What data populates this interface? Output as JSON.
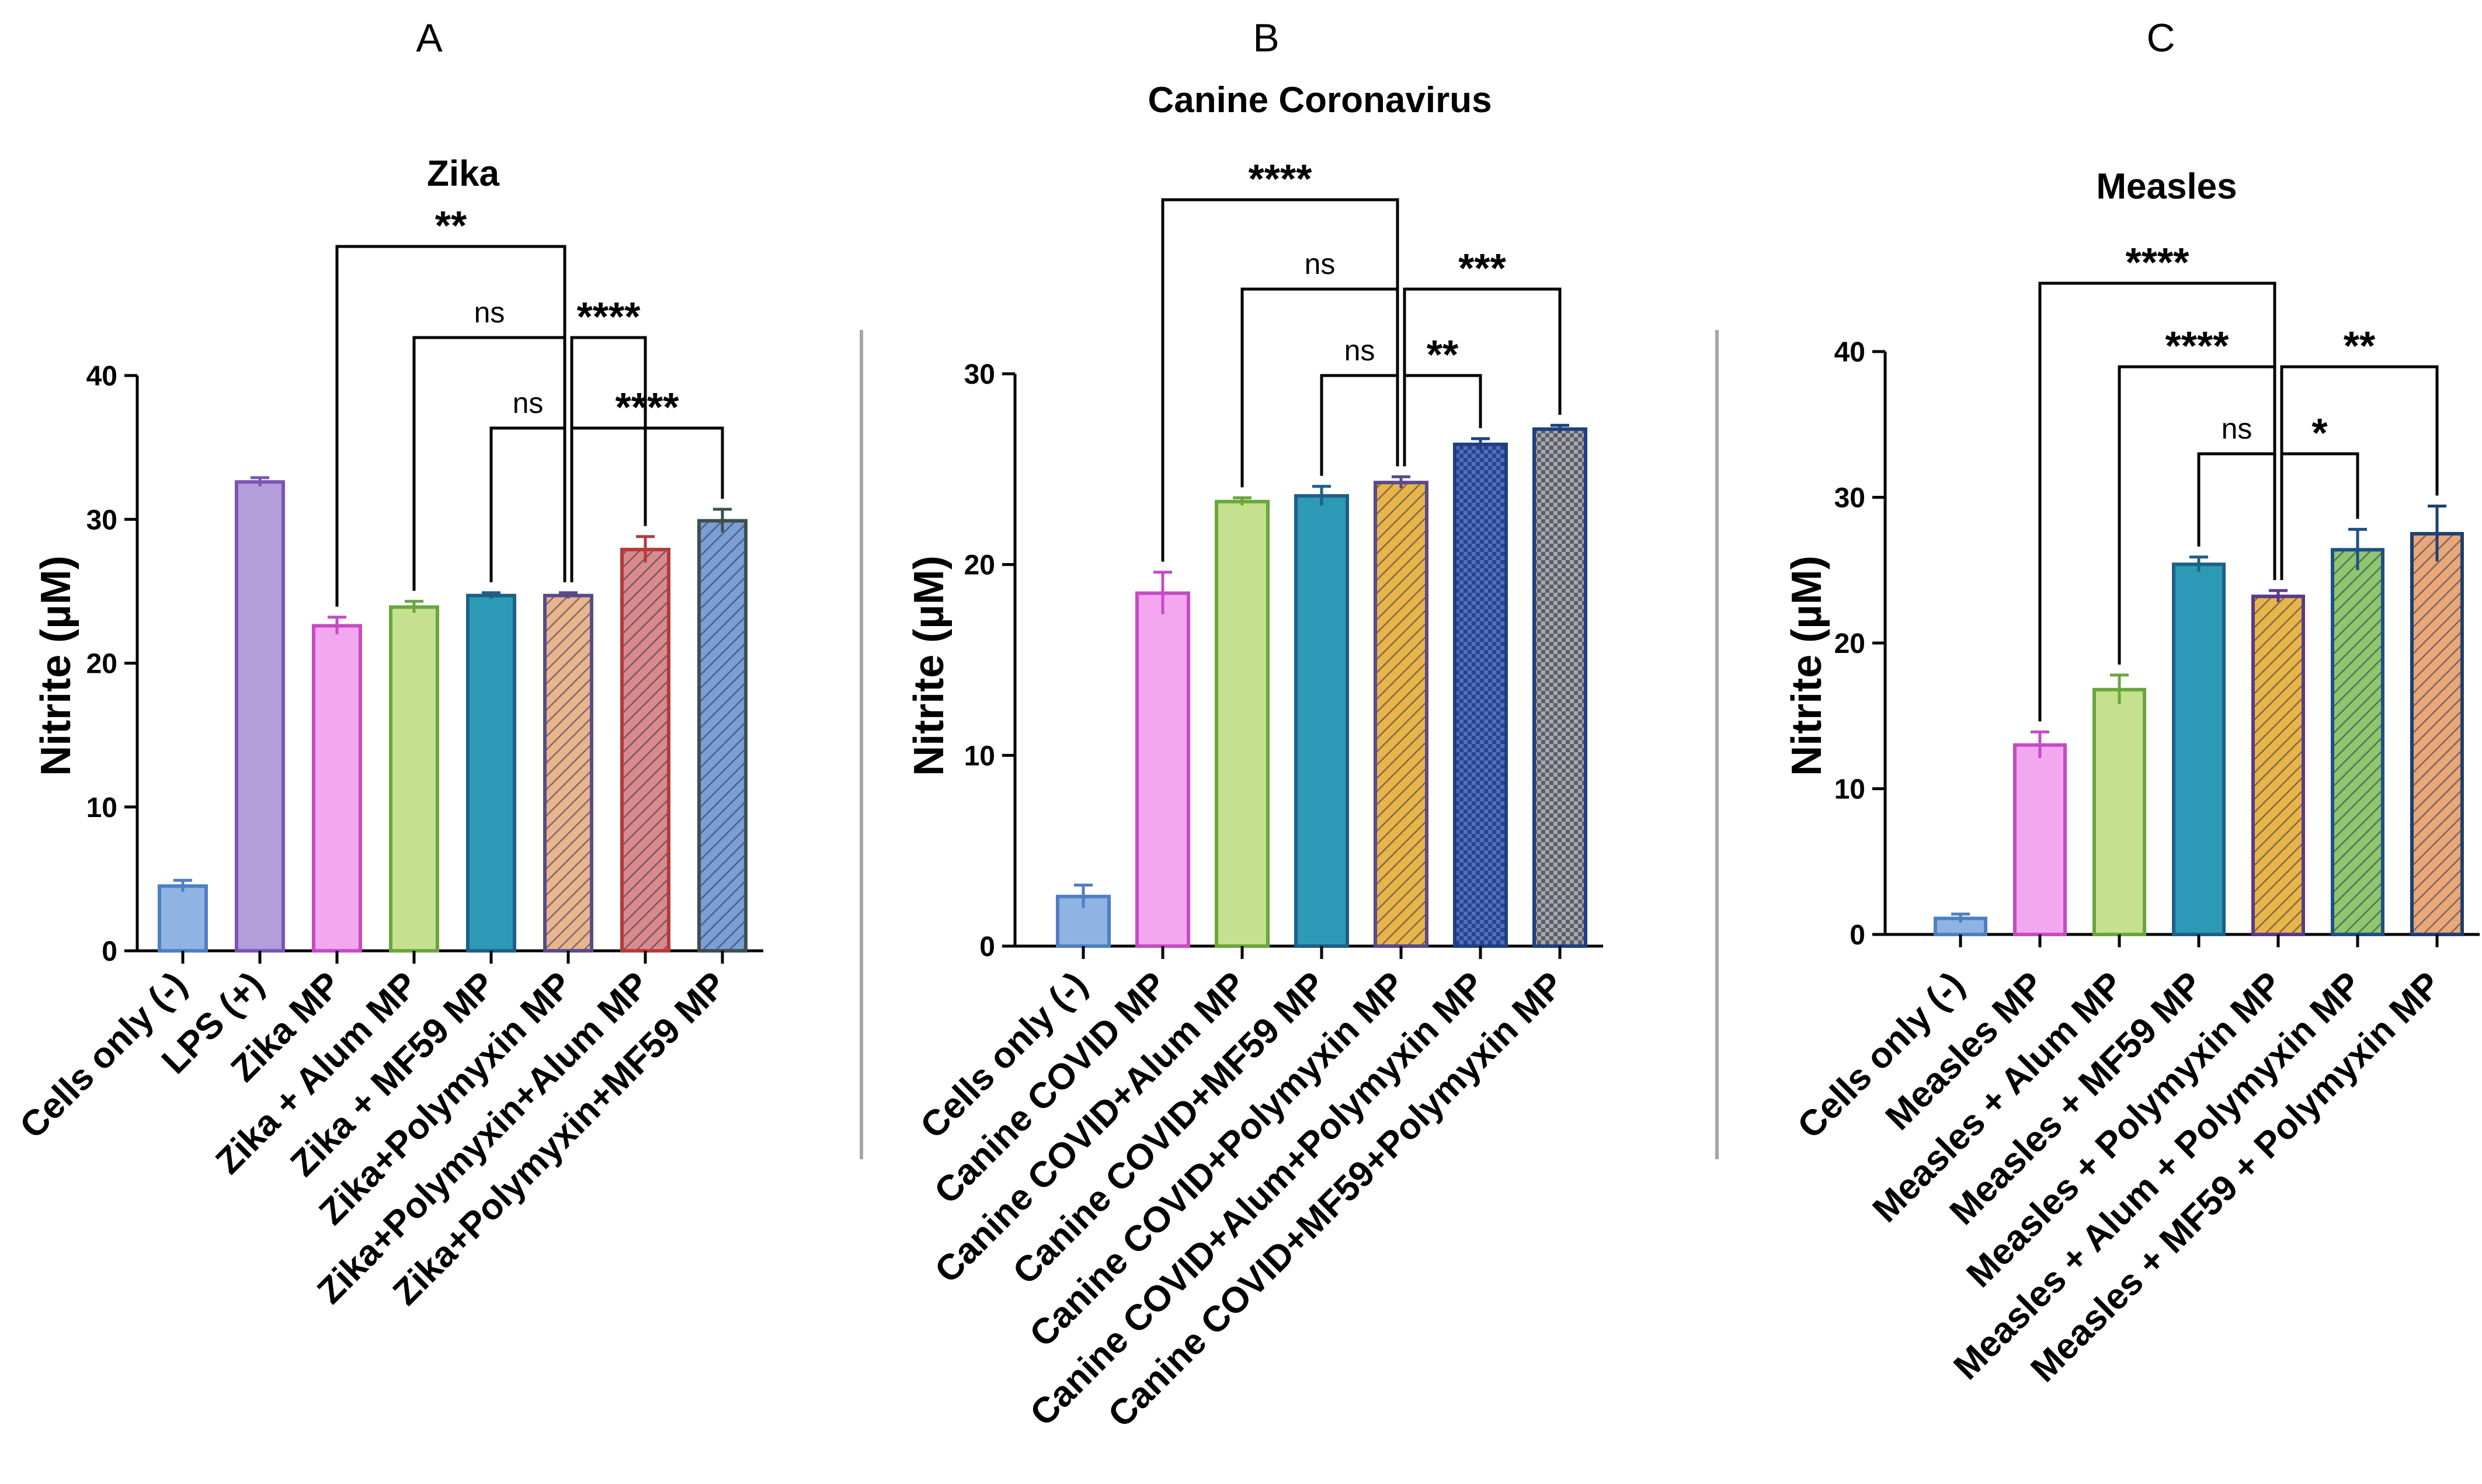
{
  "chart_data": [
    {
      "type": "bar",
      "panel": "A",
      "title": "Zika",
      "ylabel": "Nitrite (µM)",
      "ylim": [
        0,
        40
      ],
      "yticks": [
        0,
        10,
        20,
        30,
        40
      ],
      "categories": [
        "Cells only (-)",
        "LPS (+)",
        "Zika MP",
        "Zika + Alum MP",
        "Zika + MF59 MP",
        "Zika+Polymyxin MP",
        "Zika+Polymyxin+Alum MP",
        "Zika+Polymyxin+MF59 MP"
      ],
      "values": [
        4.5,
        32.6,
        22.6,
        23.9,
        24.7,
        24.7,
        27.9,
        29.9
      ],
      "errors": [
        0.4,
        0.3,
        0.6,
        0.4,
        0.2,
        0.2,
        0.9,
        0.8
      ],
      "fills": [
        "#8fb4e3",
        "#b39ddb",
        "#f2a7ef",
        "#c5e18f",
        "#2c9ab7",
        "#e8b58c",
        "#d98a8a",
        "#7a9fd4"
      ],
      "strokes": [
        "#4f7fc2",
        "#7b55b3",
        "#c64bc4",
        "#6aa63c",
        "#1f5f86",
        "#5a4a8a",
        "#b53a3a",
        "#3f4f4f"
      ],
      "hatch": [
        false,
        false,
        false,
        false,
        false,
        true,
        true,
        true
      ],
      "comparisons": [
        {
          "from": 2,
          "to": 5,
          "label": "**"
        },
        {
          "from": 3,
          "to": 5,
          "label": "ns"
        },
        {
          "from": 5,
          "to": 6,
          "label": "****"
        },
        {
          "from": 4,
          "to": 5,
          "label": "ns"
        },
        {
          "from": 5,
          "to": 7,
          "label": "****"
        }
      ]
    },
    {
      "type": "bar",
      "panel": "B",
      "title": "Canine Coronavirus",
      "ylabel": "Nitrite (µM)",
      "ylim": [
        0,
        30
      ],
      "yticks": [
        0,
        10,
        20,
        30
      ],
      "categories": [
        "Cells only (-)",
        "Canine COVID MP",
        "Canine COVID+Alum MP",
        "Canine COVID+MF59 MP",
        "Canine COVID+Polymyxin MP",
        "Canine COVID+Alum+Polymyxin MP",
        "Canine COVID+MF59+Polymyxin MP"
      ],
      "values": [
        2.6,
        18.5,
        23.3,
        23.6,
        24.3,
        26.3,
        27.1
      ],
      "errors": [
        0.6,
        1.1,
        0.2,
        0.5,
        0.3,
        0.3,
        0.2
      ],
      "fills": [
        "#8fb4e3",
        "#f2a7ef",
        "#c5e18f",
        "#2c9ab7",
        "#e8b548",
        "#4a6fd0",
        "#a8a8a8"
      ],
      "strokes": [
        "#4f7fc2",
        "#c64bc4",
        "#6aa63c",
        "#1f5f86",
        "#5a4a8a",
        "#1f3f7f",
        "#1f3f7f"
      ],
      "hatch": [
        false,
        false,
        false,
        false,
        true,
        true,
        true
      ],
      "comparisons": [
        {
          "from": 1,
          "to": 4,
          "label": "****"
        },
        {
          "from": 2,
          "to": 4,
          "label": "ns"
        },
        {
          "from": 4,
          "to": 6,
          "label": "***"
        },
        {
          "from": 3,
          "to": 4,
          "label": "ns"
        },
        {
          "from": 4,
          "to": 5,
          "label": "**"
        }
      ]
    },
    {
      "type": "bar",
      "panel": "C",
      "title": "Measles",
      "ylabel": "Nitrite (µM)",
      "ylim": [
        0,
        40
      ],
      "yticks": [
        0,
        10,
        20,
        30,
        40
      ],
      "categories": [
        "Cells only (-)",
        "Measles MP",
        "Measles + Alum MP",
        "Measles + MF59 MP",
        "Measles + Polymyxin MP",
        "Measles + Alum + Polymyxin MP",
        "Measles + MF59 + Polymyxin MP"
      ],
      "values": [
        1.1,
        13.0,
        16.8,
        25.4,
        23.2,
        26.4,
        27.5
      ],
      "errors": [
        0.3,
        0.9,
        1.0,
        0.5,
        0.4,
        1.4,
        1.9
      ],
      "fills": [
        "#8fb4e3",
        "#f2a7ef",
        "#c5e18f",
        "#2c9ab7",
        "#e8b548",
        "#8fc66e",
        "#e8a878"
      ],
      "strokes": [
        "#4f7fc2",
        "#c64bc4",
        "#6aa63c",
        "#1f5f86",
        "#5a3a8a",
        "#1f4f86",
        "#1f3f6f"
      ],
      "hatch": [
        false,
        false,
        false,
        false,
        true,
        true,
        true
      ],
      "comparisons": [
        {
          "from": 1,
          "to": 4,
          "label": "****"
        },
        {
          "from": 2,
          "to": 4,
          "label": "****"
        },
        {
          "from": 4,
          "to": 6,
          "label": "**"
        },
        {
          "from": 3,
          "to": 4,
          "label": "ns"
        },
        {
          "from": 4,
          "to": 5,
          "label": "*"
        }
      ]
    }
  ]
}
